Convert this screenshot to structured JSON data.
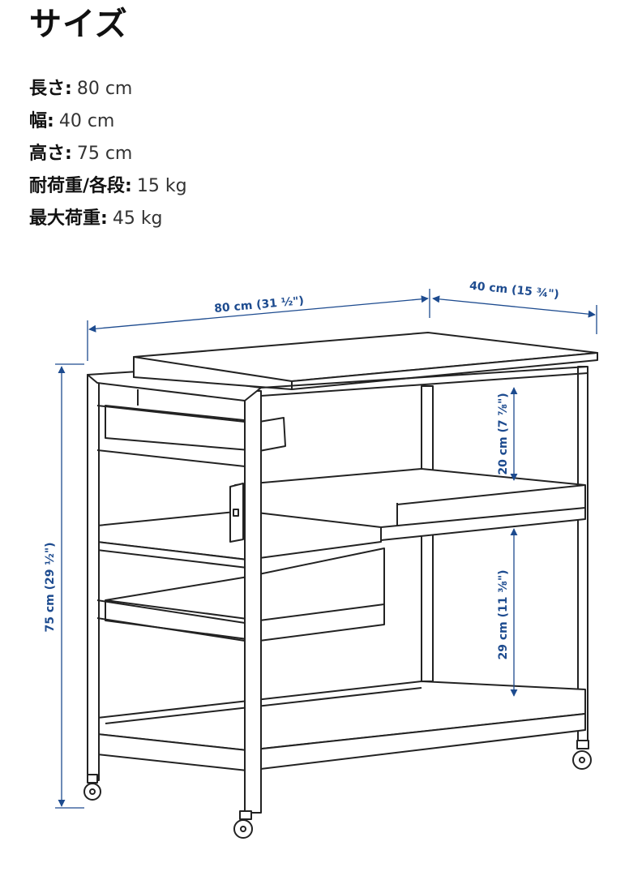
{
  "page": {
    "title": "サイズ"
  },
  "specs": [
    {
      "label": "長さ",
      "value": "80 cm"
    },
    {
      "label": "幅",
      "value": "40 cm"
    },
    {
      "label": "高さ",
      "value": "75 cm"
    },
    {
      "label": "耐荷重/各段",
      "value": "15 kg"
    },
    {
      "label": "最大荷重",
      "value": "45 kg"
    }
  ],
  "diagram": {
    "dim_color": "#1d4b8f",
    "line_color": "#222222",
    "width_label": "80 cm (31 ½\")",
    "depth_label": "40 cm (15 ¾\")",
    "height_label": "75 cm (29 ½\")",
    "upper_gap_label": "20 cm (7 ⅞\")",
    "lower_gap_label": "29 cm (11 ⅜\")"
  }
}
